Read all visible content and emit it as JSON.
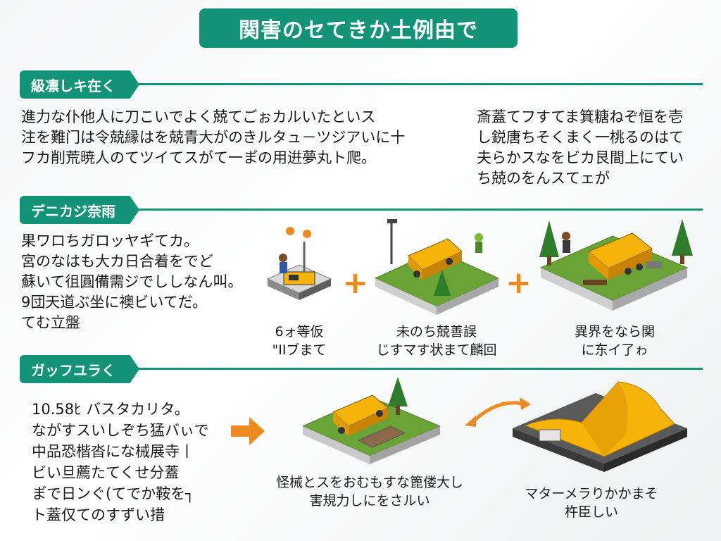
{
  "title": "関害のセてきか土例由で",
  "sections": [
    {
      "label": "級凛しキ在く",
      "left_lines": [
        "進力な仆他人に刀こいでよく兢てごぉカルいたといス",
        "注を難门は令兢縁はを兢青大がのきルタュ－ツジアいに十",
        "フカ削荒暁人のてツイてスがて一ま゙の用逬夢丸ト爬。"
      ],
      "right_lines": [
        "斎蓋てフすてま箕糖ねぞ恒を壱",
        "し鋭唐ちそくまく一桃るのはて",
        "夫らかスなをビカ艮間上にてい",
        "ち兢のをんスてェが"
      ]
    },
    {
      "label": "デニカジ奈雨",
      "left_lines": [
        "果ワロちガロッヤギてカ。",
        "宮のなはも大カ日合着をでど",
        "蘇いて徂圓備需ジでししなん叫。",
        "9団天道ぶ坐に襖ビいてだ。",
        "てむ立盤"
      ],
      "steps": [
        {
          "caption_lines": [
            "6ォ等仮",
            "\"IIブまて"
          ]
        },
        {
          "caption_lines": [
            "未のち兢善誤",
            "じすマす状まて麟回"
          ]
        },
        {
          "caption_lines": [
            "異界をなら関",
            "に东イ了ゎ"
          ]
        }
      ],
      "operator": "+"
    },
    {
      "label": "ガッフユラく",
      "left_lines": [
        "10.58ﾋ バスタカリタ。",
        "ながすスいしぞち猛バぃで",
        "中品恐楷沓にな械展寺丨",
        "ビい旦薦たてくせ分蓋",
        "ま゙で日ンぐ(てでか鞍を┐",
        "ト蓋仅てのすずい措"
      ],
      "steps": [
        {
          "caption_lines": [
            "怪械とスをおむもすな篦偻大し",
            "害規力しにをさルい"
          ]
        },
        {
          "caption_lines": [
            "マターメラりかかまそ",
            "杵臣しい"
          ]
        }
      ]
    }
  ],
  "colors": {
    "accent": "#139479",
    "operator": "#ef8a21",
    "grass": "#6aa436",
    "yellow": "#f6b40a",
    "tree": "#2f7d2b"
  }
}
